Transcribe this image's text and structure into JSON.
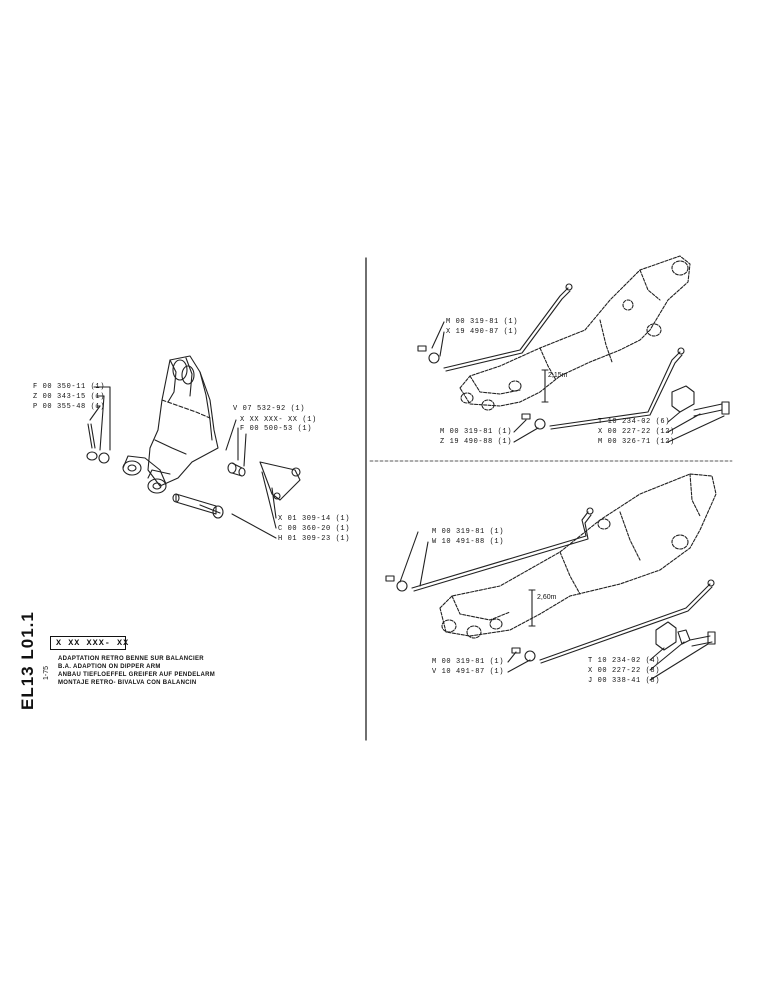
{
  "document": {
    "catalog_code": "EL13 L01.1",
    "date": "1-75",
    "ref_code": "X XX XXX- XX",
    "titles": [
      "ADAPTATION RETRO BENNE SUR BALANCIER",
      "B.A. ADAPTION ON DIPPER ARM",
      "ANBAU TIEFLOEFFEL GREIFER AUF PENDELARM",
      "MONTAJE RETRO- BIVALVA CON BALANCIN"
    ]
  },
  "left_diagram": {
    "labels": [
      "F 00 350-11 (1)",
      "Z 00 343-15 (1)",
      "P 00 355-48 (1)",
      "V 07 532-92 (1)",
      "X XX XXX- XX (1)",
      "F 00 500-53 (1)",
      "X 01 309-14 (1)",
      "C 00 360-20 (1)",
      "H 01 309-23 (1)"
    ]
  },
  "top_right_diagram": {
    "dimension": "2,15m",
    "labels": [
      "M 00 319-81 (1)",
      "X 19 490-87 (1)",
      "M 00 319-81 (1)",
      "Z 19 490-88 (1)",
      "T 10 234-02 (6)",
      "X 00 227-22 (12)",
      "M 00 326-71 (12)"
    ]
  },
  "bottom_right_diagram": {
    "dimension": "2,60m",
    "labels": [
      "M 00 319-81 (1)",
      "W 10 491-88 (1)",
      "M 00 319-81 (1)",
      "V 10 491-87 (1)",
      "T 10 234-02 (4)",
      "X 00 227-22 (8)",
      "J 00 338-41 (8)"
    ]
  }
}
